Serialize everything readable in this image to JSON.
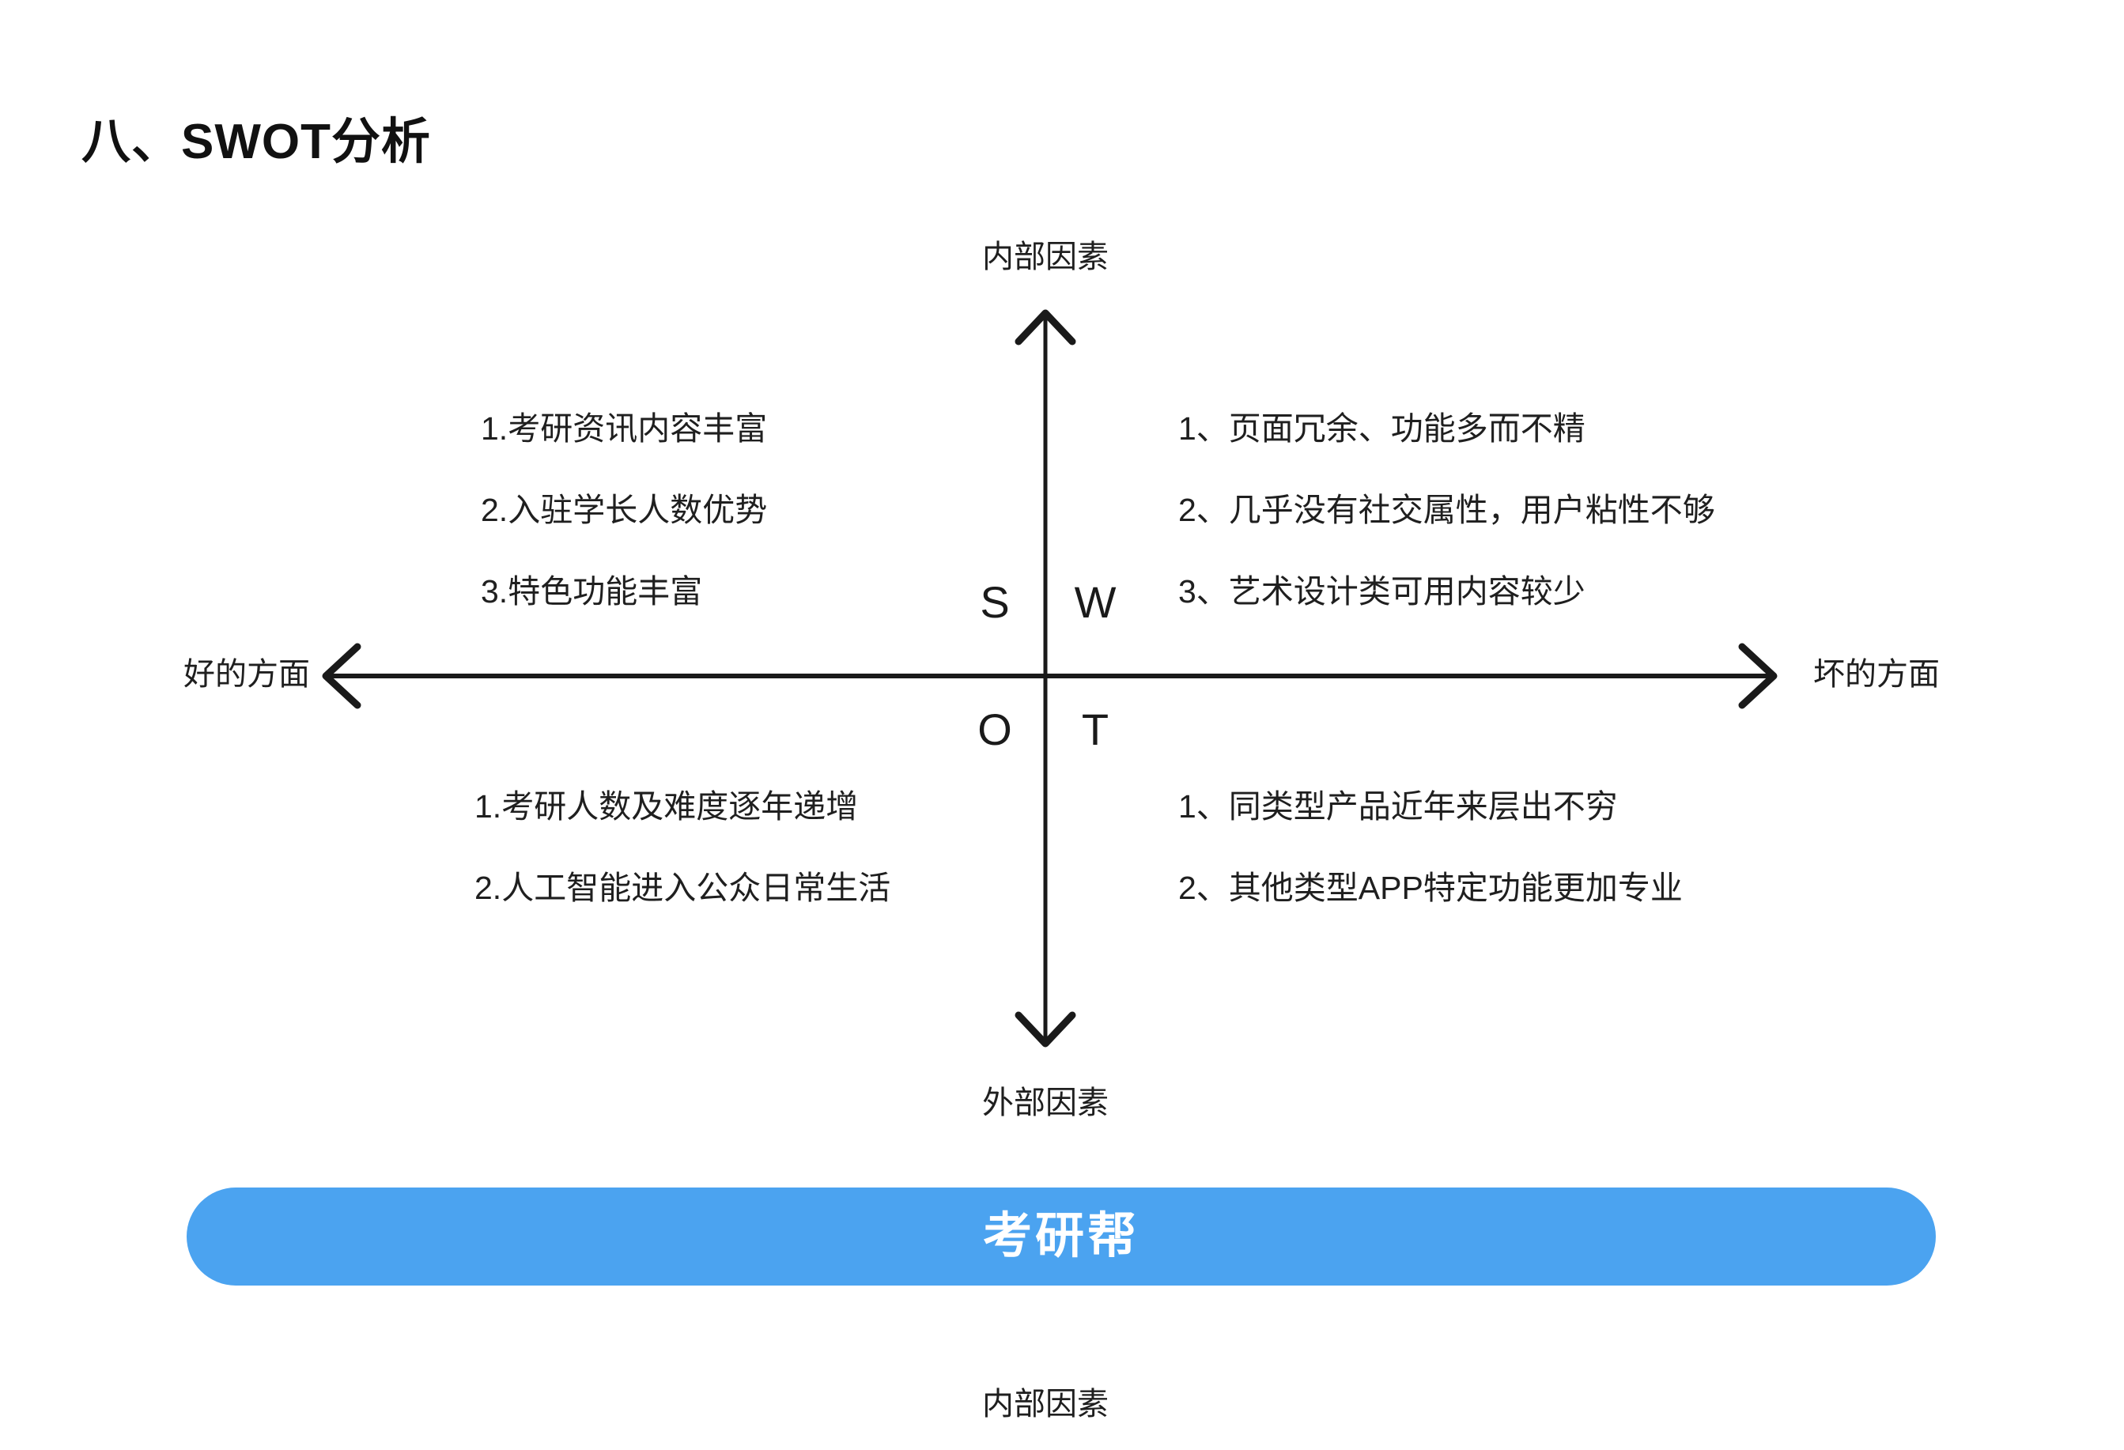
{
  "page": {
    "title": "八、SWOT分析"
  },
  "diagram": {
    "type": "swot-matrix",
    "axes": {
      "vertical": {
        "top_label": "内部因素",
        "bottom_label": "外部因素"
      },
      "horizontal": {
        "left_label": "好的方面",
        "right_label": "坏的方面"
      }
    },
    "letters": {
      "strengths": "S",
      "weaknesses": "W",
      "opportunities": "O",
      "threats": "T"
    },
    "quadrants": {
      "strengths": {
        "items": [
          "1.考研资讯内容丰富",
          "2.入驻学长人数优势",
          "3.特色功能丰富"
        ]
      },
      "weaknesses": {
        "items": [
          "1、页面冗余、功能多而不精",
          "2、几乎没有社交属性，用户粘性不够",
          "3、艺术设计类可用内容较少"
        ]
      },
      "opportunities": {
        "items": [
          "1.考研人数及难度逐年递增",
          "2.人工智能进入公众日常生活"
        ]
      },
      "threats": {
        "items": [
          "1、同类型产品近年来层出不穷",
          "2、其他类型APP特定功能更加专业"
        ]
      }
    }
  },
  "banner": {
    "label": "考研帮",
    "color": "#4ba3f0",
    "text_color": "#ffffff"
  },
  "footer": {
    "caption": "内部因素"
  }
}
